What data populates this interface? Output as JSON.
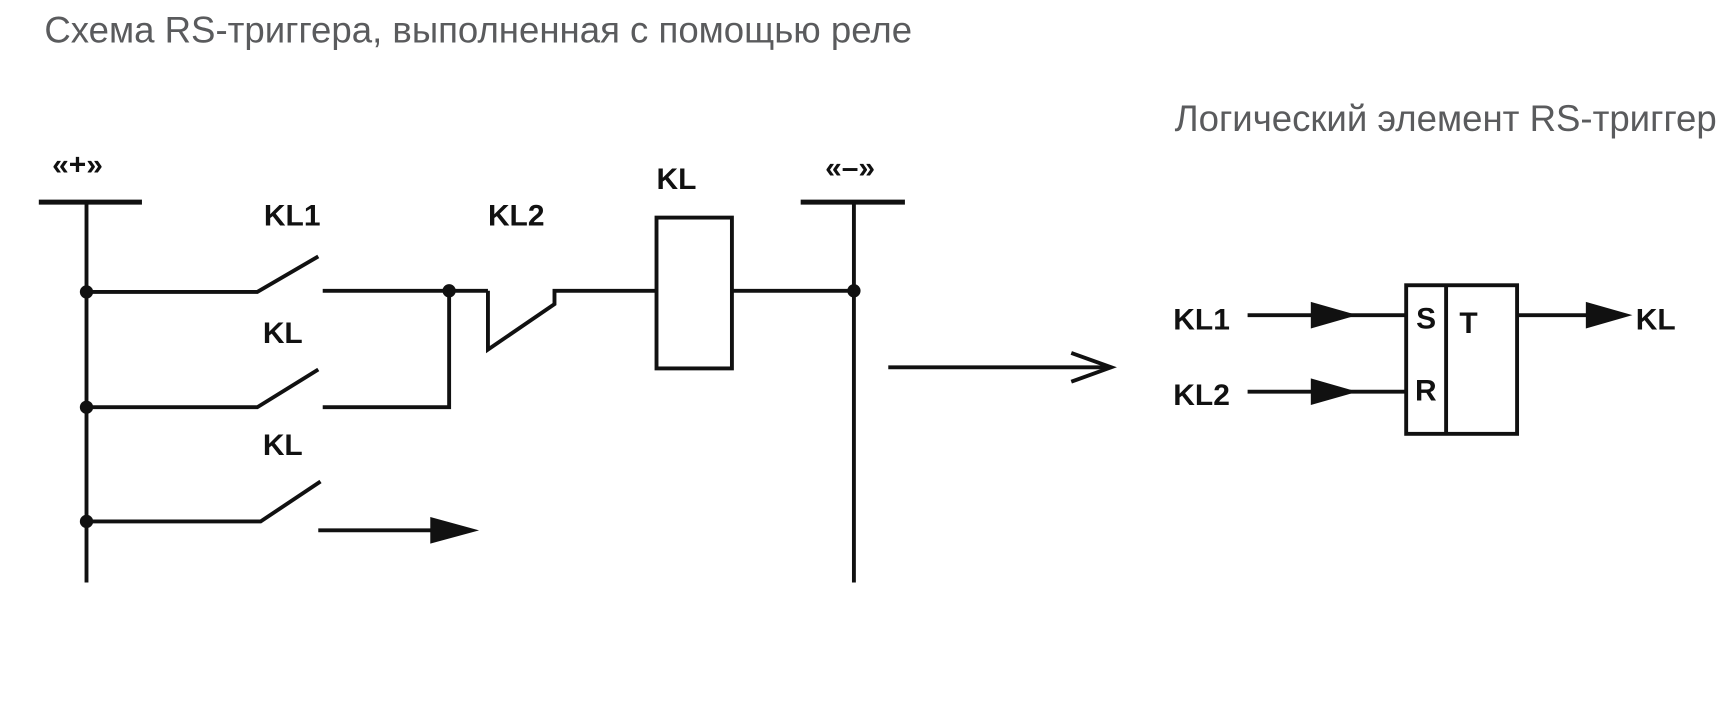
{
  "title": "Схема RS-триггера, выполненная с помощью реле",
  "subtitle": "Логический элемент RS-триггер",
  "relay_circuit": {
    "plus_bus_label": "«+»",
    "minus_bus_label": "«–»",
    "contact_kl1_label": "KL1",
    "contact_kl2_label": "KL2",
    "coil_label": "KL",
    "self_hold_contact_label": "KL",
    "output_contact_label": "KL"
  },
  "logic_element": {
    "input_set_label": "KL1",
    "input_reset_label": "KL2",
    "pin_s": "S",
    "pin_r": "R",
    "type_label": "T",
    "output_label": "KL"
  }
}
